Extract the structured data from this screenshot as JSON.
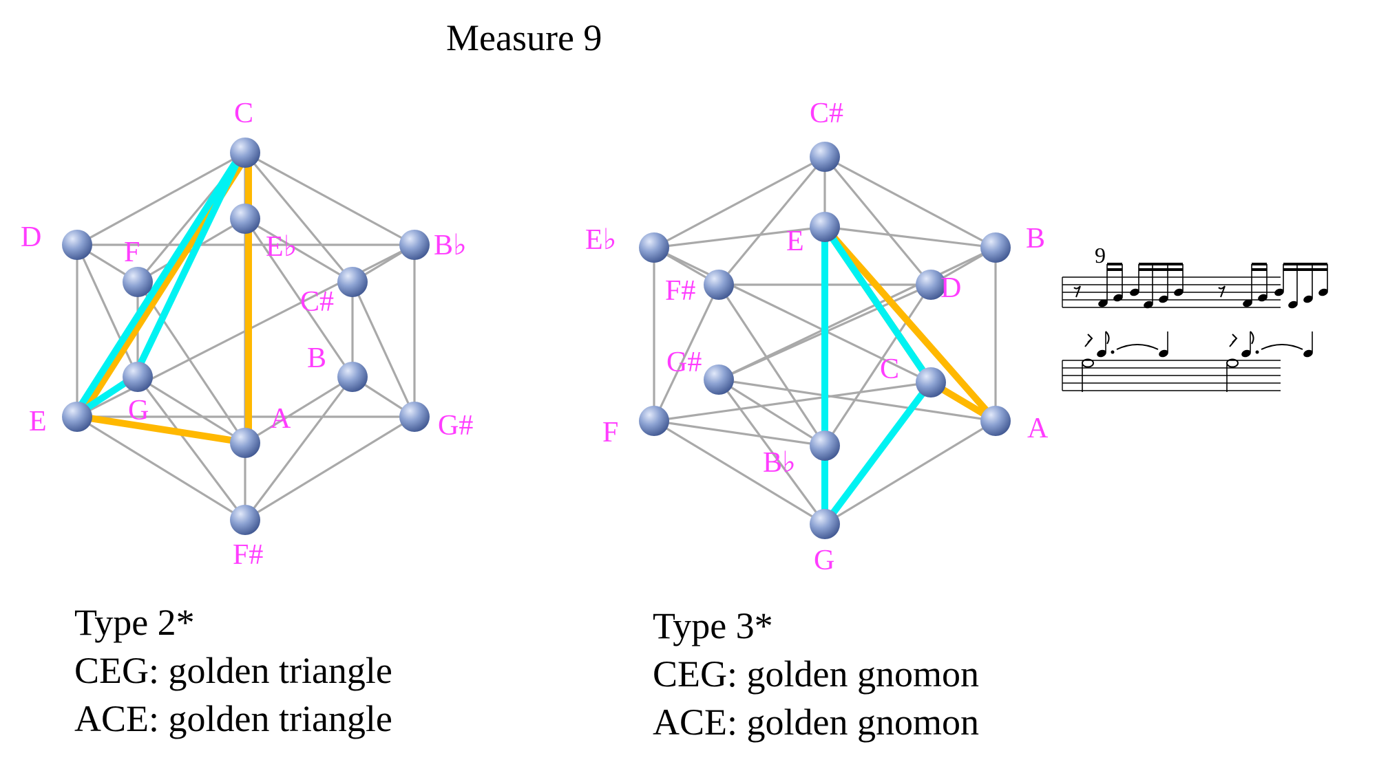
{
  "title": "Measure 9",
  "colors": {
    "label": "#ff3cff",
    "edge": "#a9a9a9",
    "gold": "#ffb800",
    "cyan": "#00f2f2",
    "node_light": "#c9d6f2",
    "node_dark": "#4a62a0"
  },
  "left_diagram": {
    "vertices": [
      {
        "note": "C"
      },
      {
        "note": "D"
      },
      {
        "note": "F"
      },
      {
        "note": "E♭"
      },
      {
        "note": "B♭"
      },
      {
        "note": "C#"
      },
      {
        "note": "B"
      },
      {
        "note": "G"
      },
      {
        "note": "E"
      },
      {
        "note": "A"
      },
      {
        "note": "G#"
      },
      {
        "note": "F#"
      }
    ],
    "triads": [
      {
        "name": "ACE",
        "color": "gold",
        "notes": [
          "C",
          "E",
          "A"
        ]
      },
      {
        "name": "CEG",
        "color": "cyan",
        "notes": [
          "C",
          "E",
          "G"
        ]
      }
    ],
    "caption": {
      "type": "Type 2*",
      "line1": "CEG: golden triangle",
      "line2": "ACE: golden triangle"
    }
  },
  "right_diagram": {
    "vertices": [
      {
        "note": "C#"
      },
      {
        "note": "E♭"
      },
      {
        "note": "E"
      },
      {
        "note": "B"
      },
      {
        "note": "F#"
      },
      {
        "note": "D"
      },
      {
        "note": "G#"
      },
      {
        "note": "C"
      },
      {
        "note": "F"
      },
      {
        "note": "A"
      },
      {
        "note": "B♭"
      },
      {
        "note": "G"
      }
    ],
    "triads": [
      {
        "name": "ACE",
        "color": "gold",
        "notes": [
          "E",
          "C",
          "A"
        ]
      },
      {
        "name": "CEG",
        "color": "cyan",
        "notes": [
          "E",
          "C",
          "G"
        ]
      }
    ],
    "caption": {
      "type": "Type 3*",
      "line1": "CEG: golden gnomon",
      "line2": "ACE: golden gnomon"
    }
  },
  "score": {
    "measure_number": "9"
  }
}
